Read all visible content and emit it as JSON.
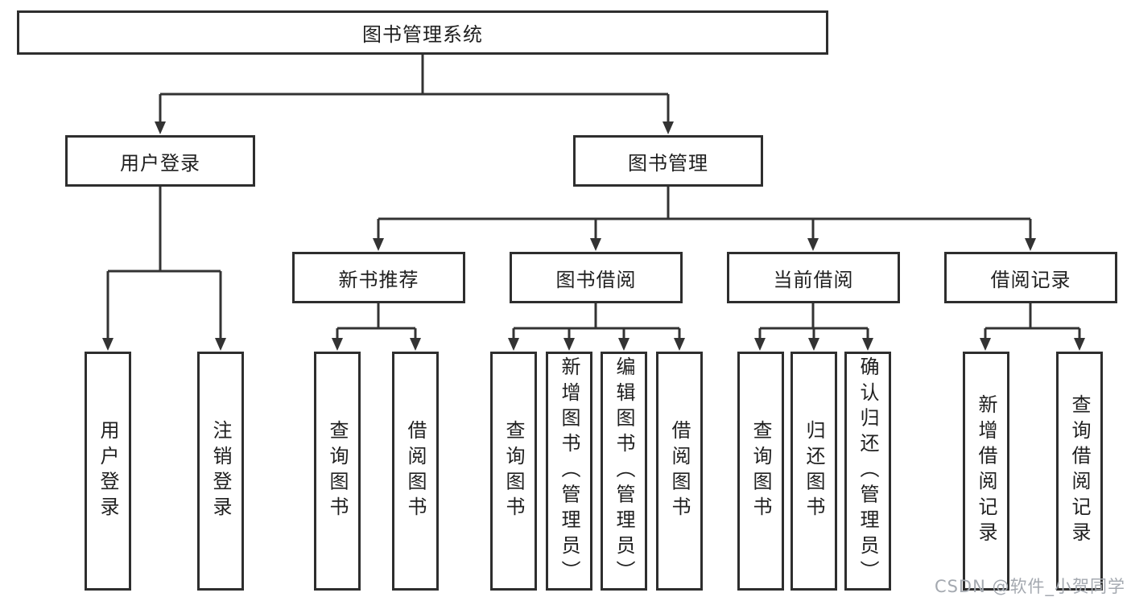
{
  "diagram": {
    "root": {
      "label": "图书管理系统"
    },
    "branches": [
      {
        "label": "用户登录",
        "children": [
          "用户登录",
          "注销登录"
        ]
      },
      {
        "label": "图书管理"
      }
    ],
    "modules": [
      {
        "label": "新书推荐",
        "children": [
          "查询图书",
          "借阅图书"
        ]
      },
      {
        "label": "图书借阅",
        "children": [
          "查询图书",
          "新增图书（管理员）",
          "编辑图书（管理员）",
          "借阅图书"
        ]
      },
      {
        "label": "当前借阅",
        "children": [
          "查询图书",
          "归还图书",
          "确认归还（管理员）"
        ]
      },
      {
        "label": "借阅记录",
        "children": [
          "新增借阅记录",
          "查询借阅记录"
        ]
      }
    ]
  },
  "colors": {
    "line": "#333333",
    "border": "#2e2e2e",
    "text": "#1f1f1f",
    "watermark": "#a4a9b0"
  },
  "watermark": "CSDN @软件_小贺同学"
}
